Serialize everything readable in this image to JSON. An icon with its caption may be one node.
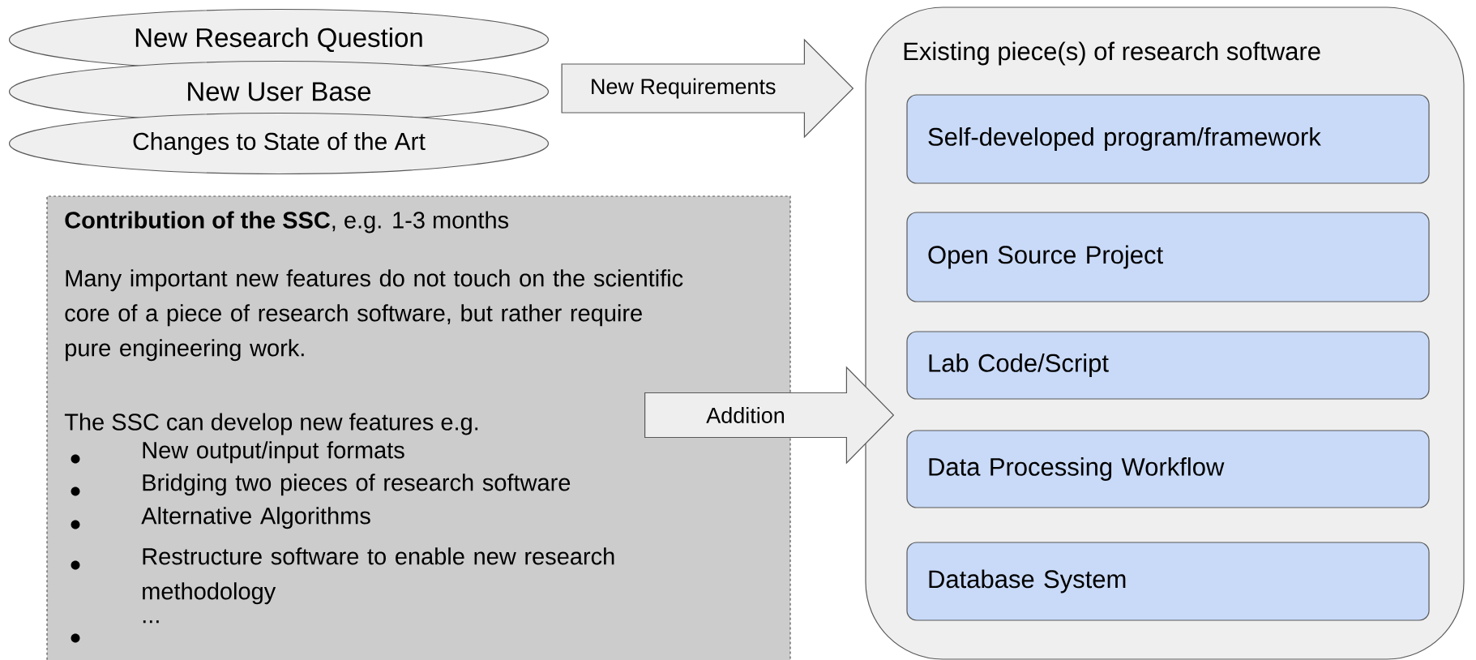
{
  "diagram": {
    "nodes": [
      {
        "text": [
          "New Research Question"
        ]
      },
      {
        "text": [
          "New User Base"
        ]
      },
      {
        "text": [
          "Changes to State of the Art"
        ]
      },
      {
        "text": [
          "**Contribution of the SSC**, e.g. 1-3 months",
          "Many important new features do not touch on the scientific core of a piece of research software, but rather require pure engineering work.",
          "The SSC can develop new features e.g.",
          "New output/input formats",
          "Bridging two pieces of research software",
          "Alternative Algorithms",
          "Restructure software to enable new research methodology",
          "..."
        ]
      },
      {
        "text": [
          "Existing piece(s) of research software"
        ]
      },
      {
        "text": [
          "Self-developed program/framework"
        ],
        "in": 4
      },
      {
        "text": [
          "Open Source Project"
        ],
        "in": 4
      },
      {
        "text": [
          "Lab Code/Script"
        ],
        "in": 4
      },
      {
        "text": [
          "Data Processing Workflow"
        ],
        "in": 4
      },
      {
        "text": [
          "Database System"
        ],
        "in": 4
      }
    ],
    "edges": [
      {
        "from": 1,
        "to": 4,
        "arrow": "to",
        "label": "New Requirements"
      },
      {
        "from": 3,
        "to": 4,
        "arrow": "to",
        "label": "Addition"
      }
    ]
  }
}
